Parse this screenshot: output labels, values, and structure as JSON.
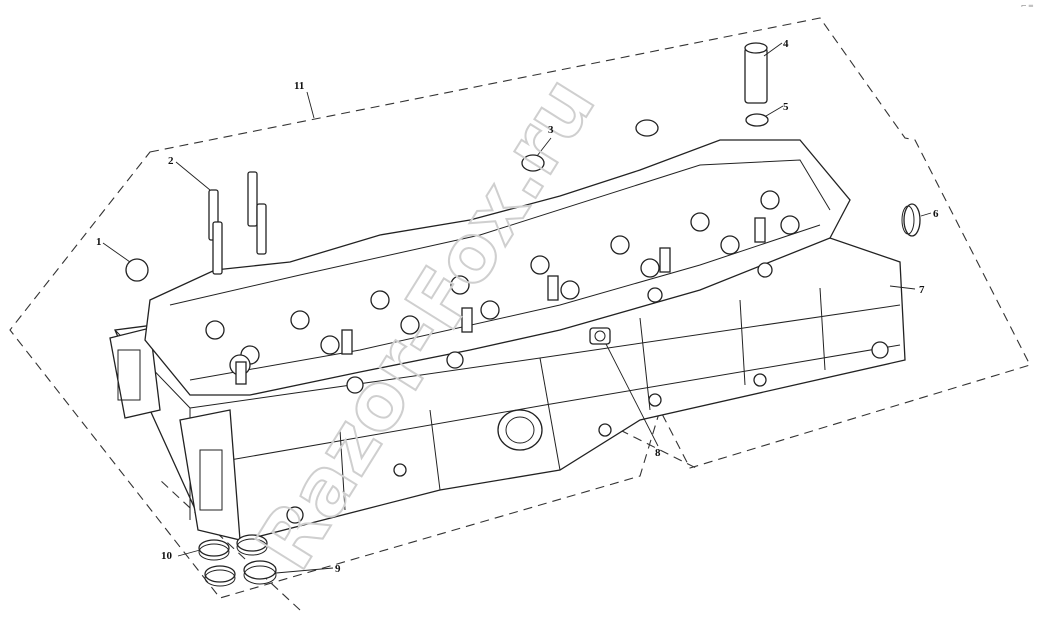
{
  "corner_mark": "⌐ ═",
  "watermark": "Razor-Fox.ru",
  "callouts": {
    "c1": "1",
    "c2": "2",
    "c3": "3",
    "c4": "4",
    "c5": "5",
    "c6": "6",
    "c7": "7",
    "c8": "8",
    "c9": "9",
    "c10": "10",
    "c11": "11"
  }
}
